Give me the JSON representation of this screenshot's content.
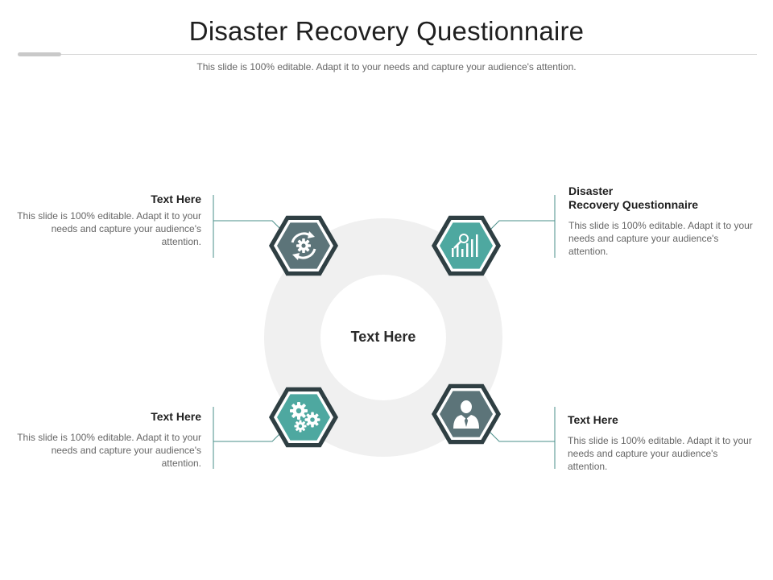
{
  "header": {
    "title": "Disaster Recovery Questionnaire",
    "subtitle": "This slide is 100% editable. Adapt it to your needs and capture your audience's attention."
  },
  "center": {
    "label": "Text Here"
  },
  "items": [
    {
      "position": "top-left",
      "icon": "refresh-gear-icon",
      "heading": "Text Here",
      "description": "This slide is 100% editable. Adapt it to your needs and capture your audience's attention."
    },
    {
      "position": "top-right",
      "icon": "growth-chart-icon",
      "heading_line1": "Disaster",
      "heading_line2": "Recovery Questionnaire",
      "description": "This slide is 100% editable. Adapt it to your needs and capture your audience's attention."
    },
    {
      "position": "bottom-left",
      "icon": "gears-icon",
      "heading": "Text Here",
      "description": "This slide is 100% editable. Adapt it to your needs and capture your audience's attention."
    },
    {
      "position": "bottom-right",
      "icon": "businessman-icon",
      "heading": "Text Here",
      "description": "This slide is 100% editable. Adapt it to your needs and capture your audience's attention."
    }
  ],
  "colors": {
    "dark": "#2f3f43",
    "slate": "#5c7479",
    "teal": "#4ea8a0",
    "ring": "#f0f0f0",
    "connector": "#4a8f8a"
  }
}
